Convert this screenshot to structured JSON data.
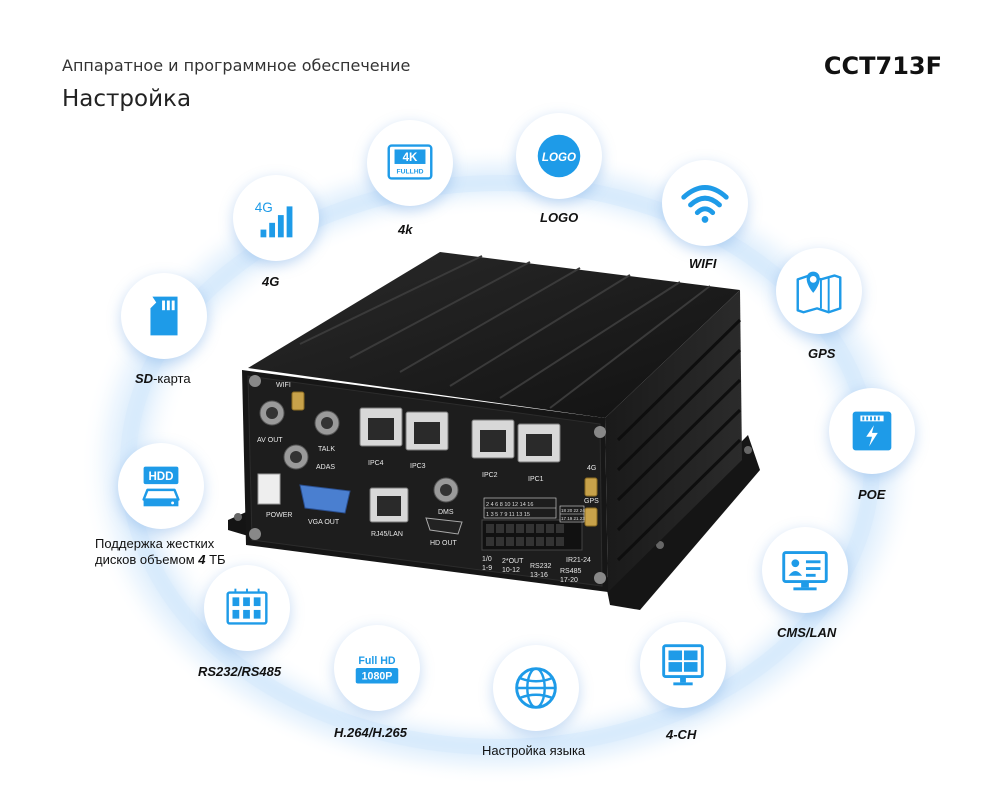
{
  "header": {
    "subtitle": "Аппаратное и программное обеспечение",
    "title": "Настройка",
    "model": "CCT713F"
  },
  "features": {
    "g4": {
      "label": "4G",
      "icon": "signal-4g-icon",
      "icon_text": "4G"
    },
    "k4": {
      "label": "4k",
      "icon": "4k-fullhd-icon",
      "icon_text_top": "4K",
      "icon_text_bottom": "FULLHD"
    },
    "logo": {
      "label": "LOGO",
      "icon": "logo-badge-icon",
      "icon_text": "LOGO"
    },
    "wifi": {
      "label": "WIFI",
      "icon": "wifi-icon"
    },
    "gps": {
      "label": "GPS",
      "icon": "map-pin-icon"
    },
    "poe": {
      "label": "POE",
      "icon": "ethernet-port-icon"
    },
    "cms": {
      "label": "CMS/LAN",
      "icon": "monitor-user-icon"
    },
    "ch4": {
      "label": "4-CH",
      "icon": "monitor-grid-icon"
    },
    "lang": {
      "label": "Настройка языка",
      "icon": "globe-icon"
    },
    "h264": {
      "label": "H.264/H.265",
      "icon": "fullhd-1080p-icon",
      "icon_text_top": "Full HD",
      "icon_text_bottom": "1080P"
    },
    "rs": {
      "label": "RS232/RS485",
      "icon": "connector-terminal-icon"
    },
    "hdd": {
      "label_line1": "Поддержка жестких",
      "label_line2_pre": "дисков объемом ",
      "label_line2_num": "4",
      "label_line2_post": " ТБ",
      "icon": "hdd-icon",
      "icon_text": "HDD"
    },
    "sd": {
      "label_pre": "SD",
      "label_post": "-карта",
      "icon": "sd-card-icon"
    }
  },
  "device": {
    "ports": {
      "wifi": "WIFI",
      "av_out": "AV OUT",
      "talk": "TALK",
      "adas": "ADAS",
      "power": "POWER",
      "vga_out": "VGA OUT",
      "rj45": "RJ45/LAN",
      "dms": "DMS",
      "hd_out": "HD OUT",
      "ipc4": "IPC4",
      "ipc3": "IPC3",
      "ipc2": "IPC2",
      "ipc1": "IPC1",
      "g4": "4G",
      "gps": "GPS"
    },
    "pin_labels": {
      "io": "1/0",
      "io_range": "1-9",
      "out": "2*OUT",
      "out_range": "10-12",
      "rs232": "RS232",
      "rs232_range": "13-16",
      "rs485": "RS485",
      "rs485_range": "17-20",
      "ir": "IR21-24"
    },
    "pin_row_top": "2 4 6 8 10 12 14 16",
    "pin_row_bottom": "1 3 5 7 9 11 13 15",
    "pin_right_top": "18 20 22 24",
    "pin_right_bottom": "17 19 21 23"
  },
  "colors": {
    "accent": "#1e9be8",
    "accent_dark": "#0a7fd0",
    "device_body": "#1c1c1c"
  }
}
